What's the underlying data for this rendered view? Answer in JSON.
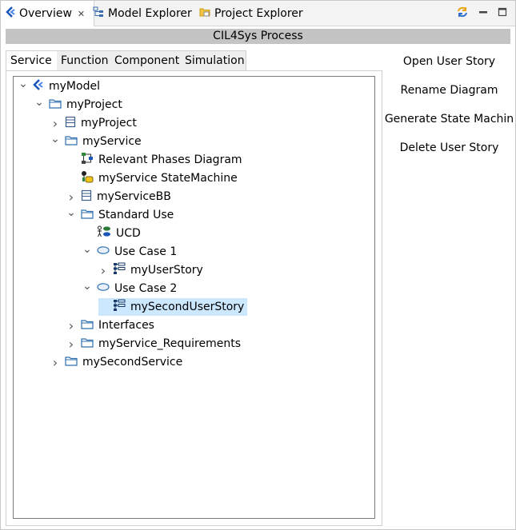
{
  "view_tabs": [
    {
      "label": "Overview",
      "icon": "model-diamond-icon",
      "active": true,
      "closable": true
    },
    {
      "label": "Model Explorer",
      "icon": "model-explorer-icon",
      "active": false
    },
    {
      "label": "Project Explorer",
      "icon": "project-explorer-icon",
      "active": false
    }
  ],
  "toolbar": {
    "icons": [
      "link-sync-icon",
      "minimize-icon",
      "maximize-icon"
    ]
  },
  "process_title": "CIL4Sys Process",
  "inner_tabs": [
    {
      "label": "Service",
      "active": true
    },
    {
      "label": "Function"
    },
    {
      "label": "Component"
    },
    {
      "label": "Simulation"
    }
  ],
  "tree": [
    {
      "label": "myModel",
      "level": 0,
      "state": "expanded",
      "icon": "model-icon"
    },
    {
      "label": "myProject",
      "level": 1,
      "state": "expanded",
      "icon": "folder-icon"
    },
    {
      "label": "myProject",
      "level": 2,
      "state": "collapsed",
      "icon": "block-icon"
    },
    {
      "label": "myService",
      "level": 2,
      "state": "expanded",
      "icon": "folder-icon"
    },
    {
      "label": "Relevant Phases Diagram",
      "level": 3,
      "state": "leaf",
      "icon": "phases-diagram-icon"
    },
    {
      "label": "myService StateMachine",
      "level": 3,
      "state": "leaf",
      "icon": "state-machine-icon"
    },
    {
      "label": "myServiceBB",
      "level": 3,
      "state": "collapsed",
      "icon": "block-icon"
    },
    {
      "label": "Standard Use",
      "level": 3,
      "state": "expanded",
      "icon": "folder-icon"
    },
    {
      "label": "UCD",
      "level": 4,
      "state": "leaf",
      "icon": "use-case-diagram-icon"
    },
    {
      "label": "Use Case 1",
      "level": 4,
      "state": "expanded",
      "icon": "use-case-icon"
    },
    {
      "label": "myUserStory",
      "level": 5,
      "state": "collapsed",
      "icon": "user-story-icon"
    },
    {
      "label": "Use Case 2",
      "level": 4,
      "state": "expanded",
      "icon": "use-case-icon"
    },
    {
      "label": "mySecondUserStory",
      "level": 5,
      "state": "leaf",
      "icon": "user-story-icon",
      "selected": true
    },
    {
      "label": "Interfaces",
      "level": 3,
      "state": "collapsed",
      "icon": "folder-icon"
    },
    {
      "label": "myService_Requirements",
      "level": 3,
      "state": "collapsed",
      "icon": "folder-icon"
    },
    {
      "label": "mySecondService",
      "level": 2,
      "state": "collapsed",
      "icon": "folder-icon"
    }
  ],
  "actions": [
    {
      "label": "Open User Story"
    },
    {
      "label": "Rename Diagram"
    },
    {
      "label": "Generate State Machin"
    },
    {
      "label": "Delete User Story"
    }
  ],
  "colors": {
    "selection": "#cce8ff",
    "header": "#c4c4c4",
    "accent": "#1a56b8"
  }
}
